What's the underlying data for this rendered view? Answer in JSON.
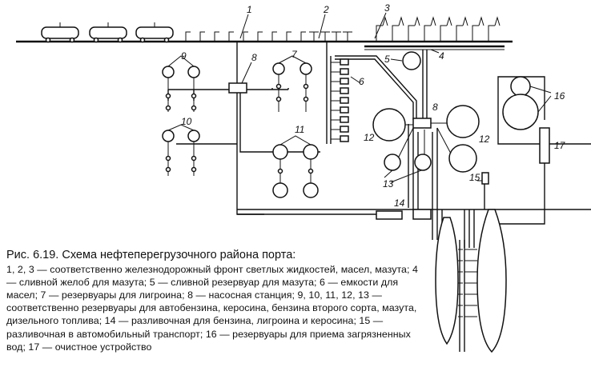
{
  "figure": {
    "caption_title": "Рис. 6.19. Схема нефтеперегрузочного района порта:",
    "caption_body": "1, 2, 3 — соответственно железнодорожный фронт светлых жидкостей, масел, мазута; 4 — сливной желоб для мазута; 5 — сливной резервуар для мазута; 6 — емкости для масел; 7 — резервуары для лигроина; 8 — насосная станция; 9, 10, 11, 12, 13 — соответственно резервуары для автобензина, керосина, бензина второго сорта, мазута, дизельного топлива; 14 — разливочная для бензина, лигроина и керосина; 15 — разливочная в автомобильный транспорт; 16 — резервуары для приема загрязненных вод; 17 — очистное устройство"
  },
  "labels": {
    "rail_light": "1",
    "rail_oil": "2",
    "rail_mazut": "3",
    "trough": "4",
    "drain_tank": "5",
    "oil_containers": "6",
    "ligroin_tanks": "7",
    "pump_left": "8",
    "pump_right": "8",
    "gasoline_tanks": "9",
    "kerosene_tanks": "10",
    "gasoline2_tanks": "11",
    "mazut_left": "12",
    "mazut_right": "12",
    "diesel_tanks": "13",
    "filling_station": "14",
    "auto_filling": "15",
    "waste_tanks": "16",
    "treatment": "17"
  }
}
